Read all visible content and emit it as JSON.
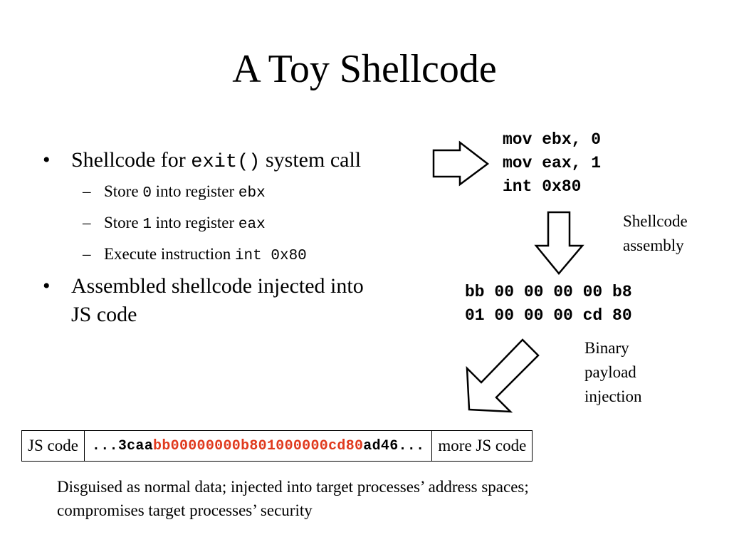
{
  "slide": {
    "title": "A Toy Shellcode"
  },
  "bullets": {
    "b1_prefix": "Shellcode for ",
    "b1_code": "exit()",
    "b1_suffix": " system call",
    "sub1_prefix": "Store ",
    "sub1_code1": "0",
    "sub1_mid": " into register ",
    "sub1_code2": "ebx",
    "sub2_prefix": "Store ",
    "sub2_code1": "1",
    "sub2_mid": " into register ",
    "sub2_code2": "eax",
    "sub3_prefix": "Execute instruction ",
    "sub3_code": "int 0x80",
    "b2_line1": "Assembled shellcode injected into",
    "b2_line2": "JS code"
  },
  "assembly": {
    "line1": "mov ebx, 0",
    "line2": "mov eax, 1",
    "line3": "int 0x80",
    "label_line1": "Shellcode",
    "label_line2": "assembly"
  },
  "binary": {
    "line1": "bb 00 00 00 00 b8",
    "line2": "01 00 00 00 cd 80",
    "label_line1": "Binary",
    "label_line2": "payload",
    "label_line3": "injection"
  },
  "strip": {
    "left_label": "JS code",
    "payload_prefix": "...3caa",
    "payload_highlight": "bb00000000b801000000cd80",
    "payload_suffix": "ad46...",
    "right_label": "more JS code"
  },
  "caption": {
    "line1": "Disguised as normal data; injected into target processes’ address spaces;",
    "line2": "compromises target processes’ security"
  },
  "colors": {
    "highlight": "#e03a1e"
  }
}
